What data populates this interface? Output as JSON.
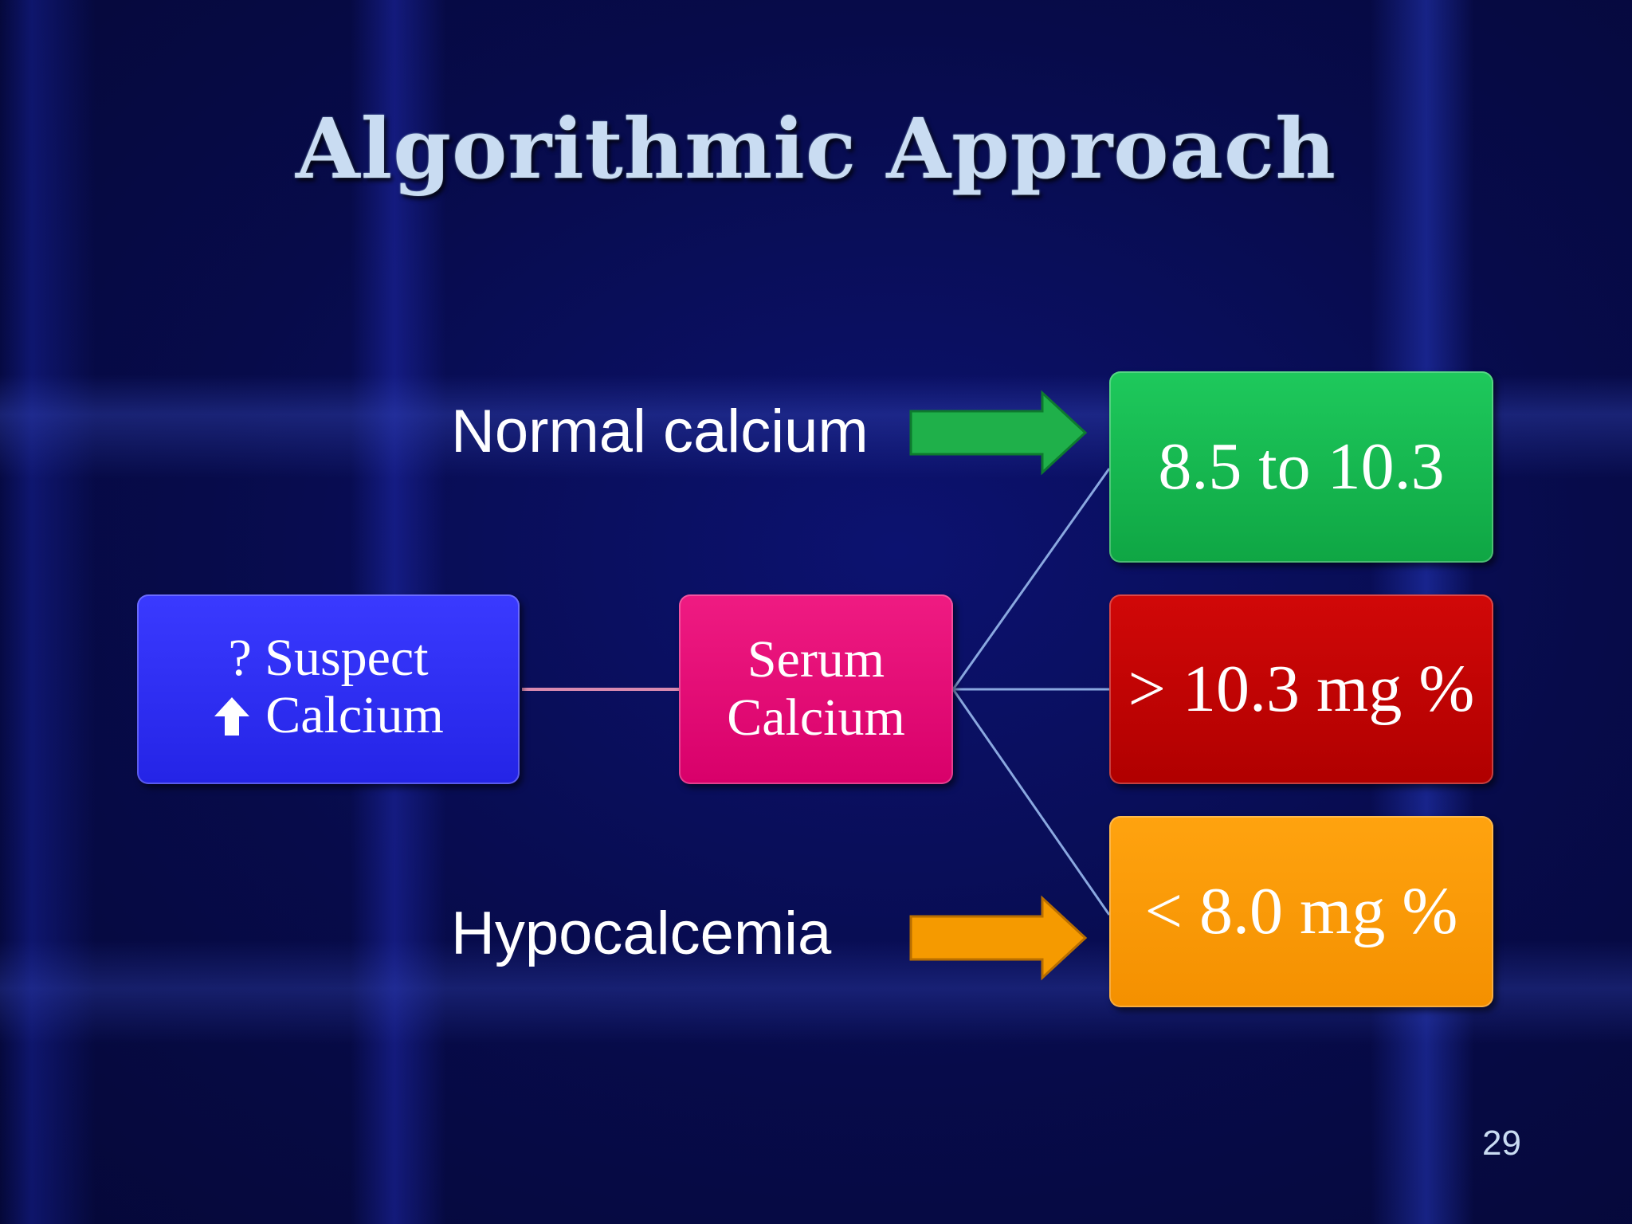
{
  "slide": {
    "title": "Algorithmic Approach",
    "page_number": "29"
  },
  "labels": {
    "normal": "Normal calcium",
    "hypo": "Hypocalcemia"
  },
  "nodes": {
    "suspect_line1": "? Suspect",
    "suspect_line2": "Calcium",
    "serum_line1": "Serum",
    "serum_line2": "Calcium",
    "normal_range": "8.5 to 10.3",
    "high": "> 10.3 mg %",
    "low": "< 8.0 mg %"
  },
  "colors": {
    "suspect": "#2b2bf5",
    "serum": "#e0006e",
    "normal": "#10b04a",
    "high": "#c00000",
    "low": "#ff9900",
    "connector": "#8aa8e0",
    "arrow_green": "#1fb04a",
    "arrow_orange": "#f59a00"
  },
  "icons": {
    "up_arrow": "up-arrow-icon"
  }
}
